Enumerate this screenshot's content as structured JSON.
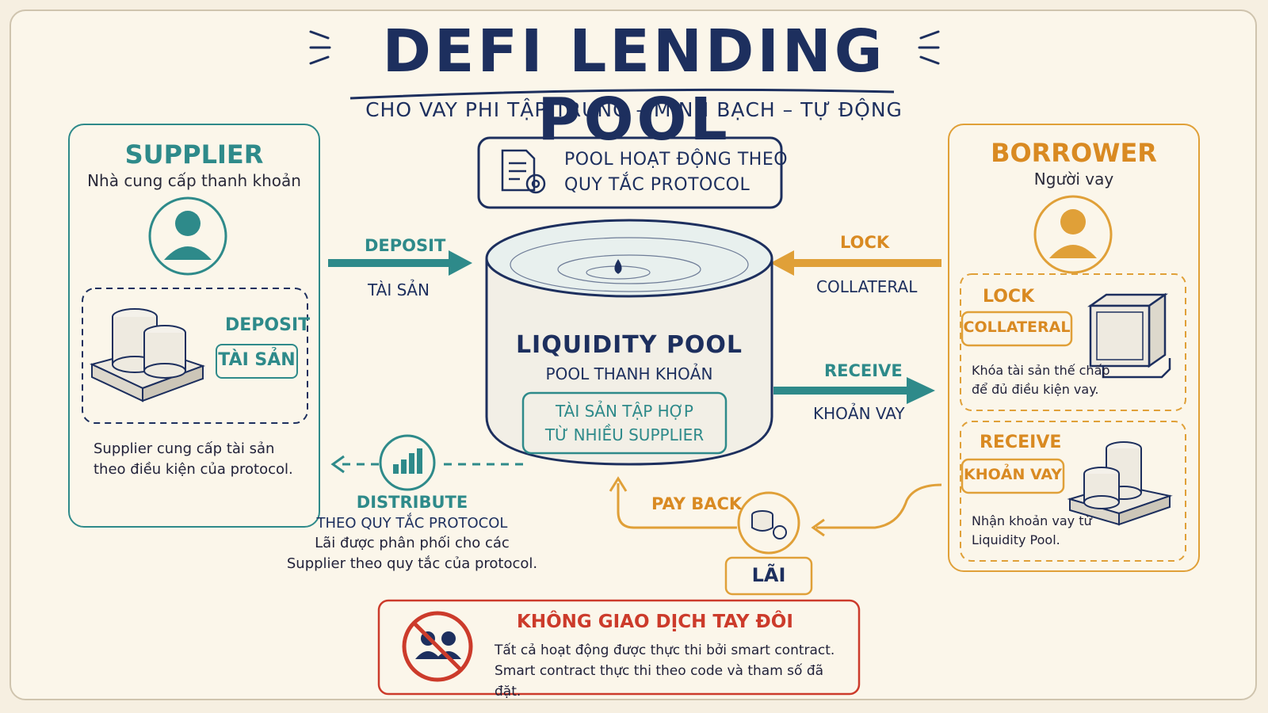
{
  "header": {
    "title": "DEFI LENDING POOL",
    "subtitle": "CHO VAY PHI TẬP TRUNG – MINH BẠCH – TỰ ĐỘNG"
  },
  "rules_box": {
    "line1": "POOL HOẠT ĐỘNG THEO",
    "line2": "QUY TẮC PROTOCOL",
    "icon": "document-gear-icon"
  },
  "supplier": {
    "title": "SUPPLIER",
    "subtitle": "Nhà cung cấp thanh khoản",
    "icon": "user-icon",
    "inner_label": "DEPOSIT",
    "inner_tag": "TÀI SẢN",
    "description_line1": "Supplier cung cấp tài sản",
    "description_line2": "theo điều kiện của protocol."
  },
  "borrower": {
    "title": "BORROWER",
    "subtitle": "Người vay",
    "icon": "user-icon",
    "lock_label": "LOCK",
    "lock_tag": "COLLATERAL",
    "lock_desc_line1": "Khóa tài sản thế chấp",
    "lock_desc_line2": "để đủ điều kiện vay.",
    "receive_label": "RECEIVE",
    "receive_tag": "KHOẢN VAY",
    "receive_desc_line1": "Nhận khoản vay từ",
    "receive_desc_line2": "Liquidity Pool."
  },
  "pool": {
    "title": "LIQUIDITY POOL",
    "subtitle": "POOL THANH KHOẢN",
    "tag_line1": "TÀI SẢN TẬP HỢP",
    "tag_line2": "TỪ NHIỀU SUPPLIER"
  },
  "arrows": {
    "deposit_top": "DEPOSIT",
    "deposit_bottom": "TÀI SẢN",
    "lock_top": "LOCK",
    "lock_bottom": "COLLATERAL",
    "receive_top": "RECEIVE",
    "receive_bottom": "KHOẢN VAY",
    "payback": "PAY BACK",
    "interest": "LÃI",
    "distribute_title": "DISTRIBUTE",
    "distribute_sub": "THEO QUY TẮC PROTOCOL",
    "distribute_line1": "Lãi được phân phối cho các",
    "distribute_line2": "Supplier theo quy tắc của protocol."
  },
  "warning": {
    "title": "KHÔNG GIAO DỊCH TAY ĐÔI",
    "line1": "Tất cả hoạt động được thực thi bởi smart contract.",
    "line2": "Smart contract thực thi theo code và tham số đã đặt.",
    "icon": "no-p2p-icon"
  },
  "colors": {
    "navy": "#1d2f5e",
    "teal": "#2e8a8a",
    "orange": "#e0a038",
    "red": "#cc3b2b",
    "background": "#fbf6ea"
  }
}
